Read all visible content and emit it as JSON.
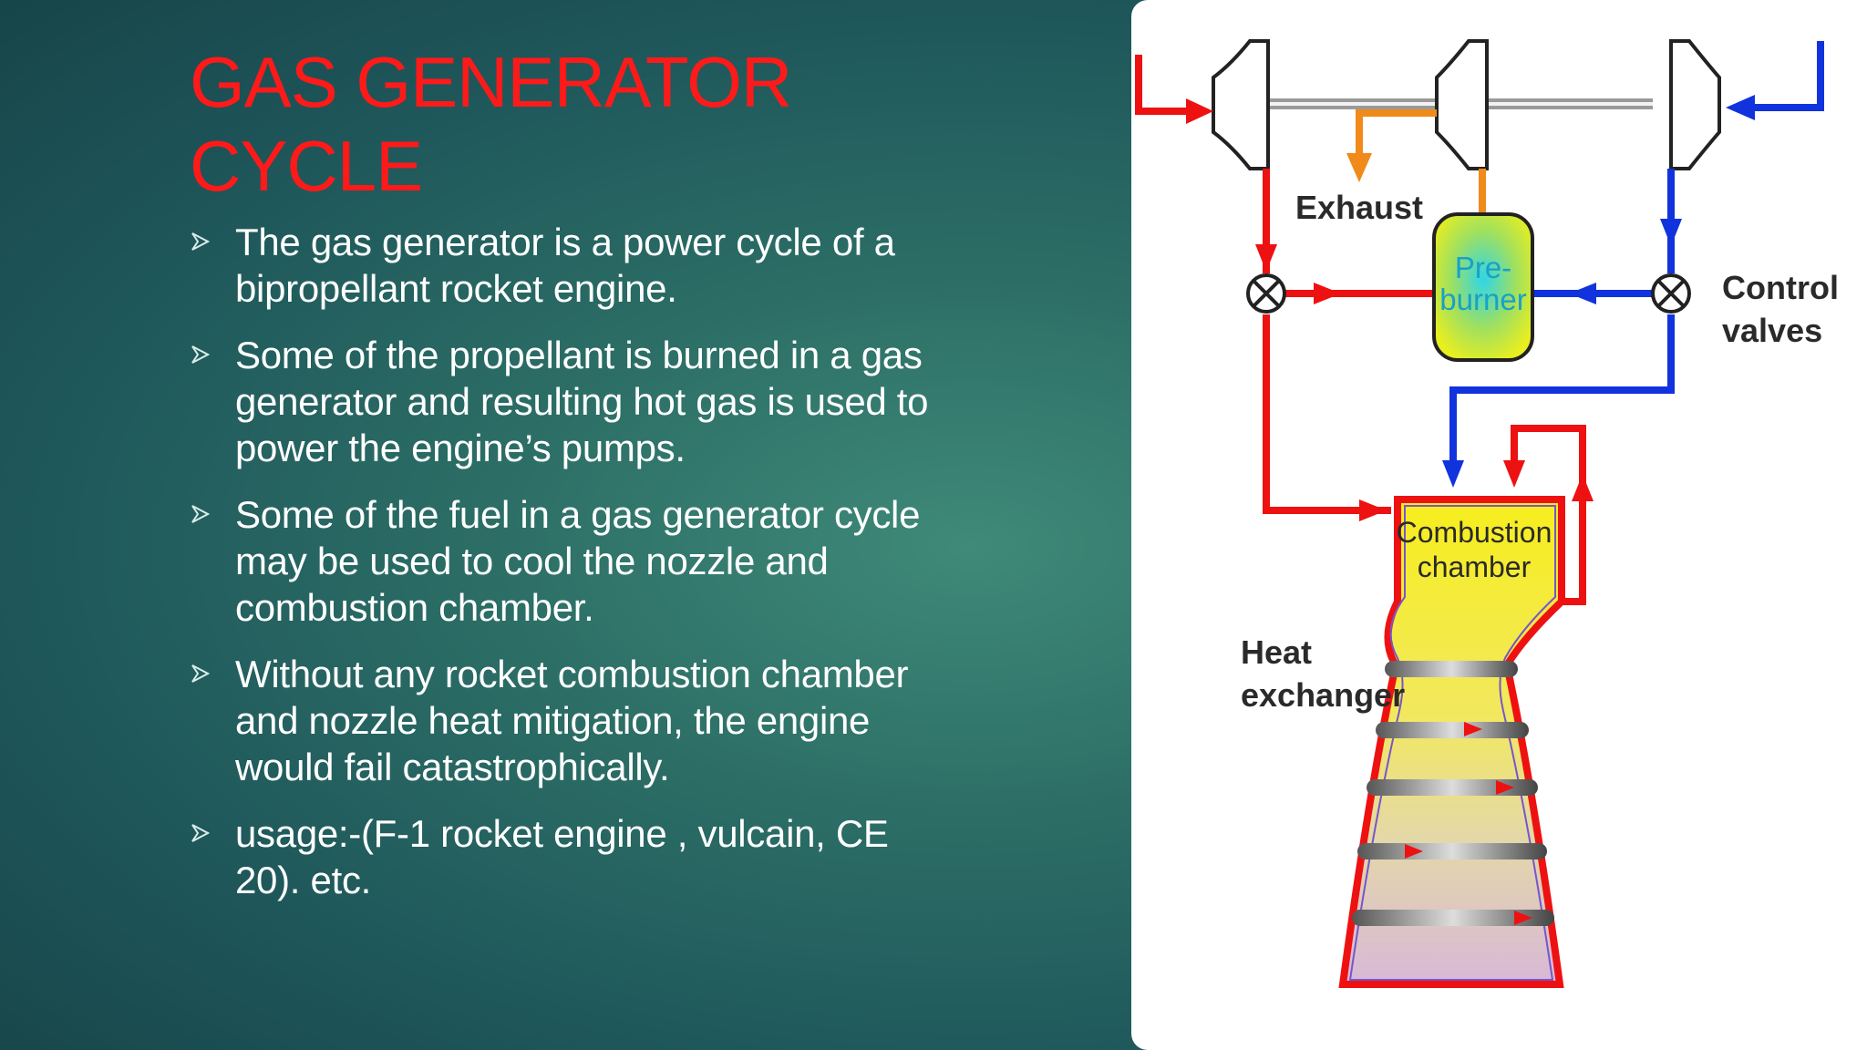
{
  "slide": {
    "title_line1": "GAS GENERATOR",
    "title_line2": "CYCLE",
    "bullet_icon": "arrowhead-bullet-icon",
    "bullets": [
      "The gas generator is a power cycle of a bipropellant rocket engine.",
      "Some of the propellant is burned in a gas generator and resulting hot gas is used to power the engine’s pumps.",
      "Some of the fuel in a gas generator cycle may be used to cool the nozzle and combustion chamber.",
      "Without any rocket combustion chamber and nozzle heat mitigation, the engine would fail catastrophically.",
      "usage:-(F-1 rocket engine , vulcain, CE 20). etc."
    ],
    "colors": {
      "title": "#ff1a1a",
      "fuel_line": "#ee1111",
      "oxidizer_line": "#1133dd",
      "exhaust_line": "#f08a1a",
      "chamber_fill": "#f4ec2a"
    }
  },
  "diagram": {
    "label_exhaust": "Exhaust",
    "label_preburner_1": "Pre-",
    "label_preburner_2": "burner",
    "label_control_1": "Control",
    "label_control_2": "valves",
    "label_combustion_1": "Combustion",
    "label_combustion_2": "chamber",
    "label_heat_1": "Heat",
    "label_heat_2": "exchanger"
  }
}
